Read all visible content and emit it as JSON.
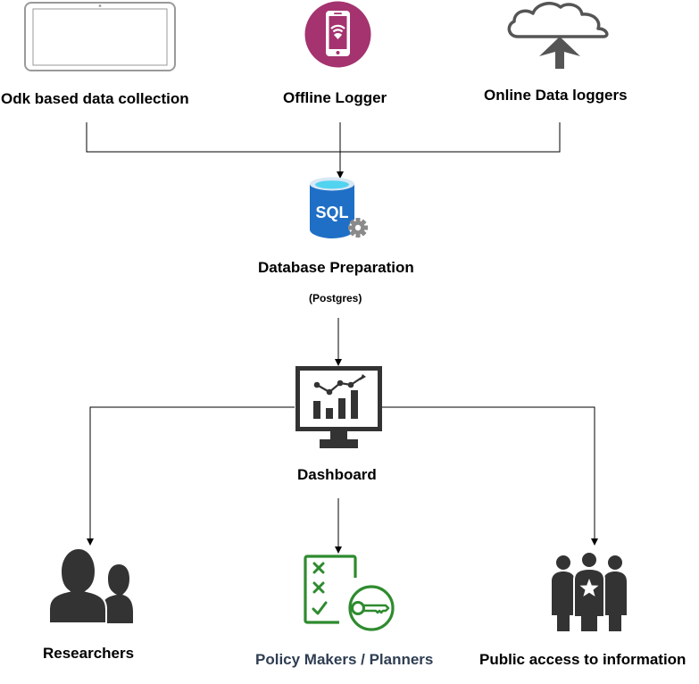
{
  "sources": {
    "tablet_label": "Odk based data collection",
    "offline_label": "Offline Logger",
    "online_label": "Online Data loggers"
  },
  "database": {
    "icon_text": "SQL",
    "label": "Database Preparation",
    "sublabel": "(Postgres)"
  },
  "dashboard": {
    "label": "Dashboard"
  },
  "audiences": {
    "researchers_label": "Researchers",
    "policy_label": "Policy Makers / Planners",
    "public_label": "Public access to information"
  },
  "colors": {
    "offline_circle": "#a4336f",
    "sql_blue": "#1f6fc6",
    "sql_top": "#52d3f0",
    "policy_green": "#2e8b2e",
    "policy_text": "#2f3e52",
    "icon_dark": "#333333"
  }
}
